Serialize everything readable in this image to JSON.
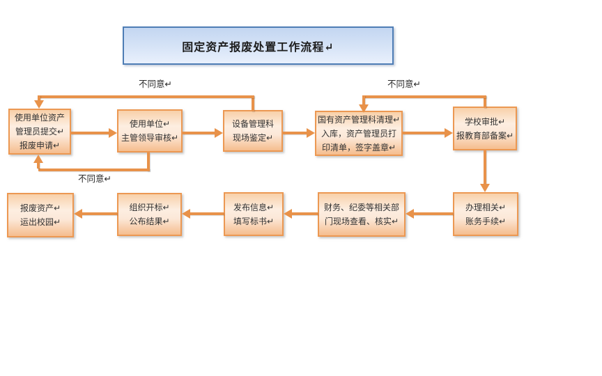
{
  "title": "固定资产报废处置工作流程↵",
  "feedback_labels": {
    "top_left": "不同意↵",
    "top_right": "不同意↵",
    "bottom_left": "不同意↵"
  },
  "colors": {
    "node_border": "#ec9852",
    "node_fill_light": "#fdeee1",
    "node_fill_dark": "#f5bd8e",
    "arrow": "#e8924a",
    "title_border": "#4e7db5",
    "title_fill_top": "#c3d6f1",
    "title_fill_bottom": "#e9f0fc",
    "text": "#333333"
  },
  "nodes": [
    {
      "id": "submit-application",
      "label": "使用单位资产\n管理员提交↵\n报废申请↵"
    },
    {
      "id": "leader-review",
      "label": "使用单位↵\n主管领导审核↵"
    },
    {
      "id": "equipment-dept-appraisal",
      "label": "设备管理科\n现场鉴定↵"
    },
    {
      "id": "state-asset-dept-cleanup",
      "label": "国有资产管理科清理↵\n入库，资产管理员打\n印清单，签字盖章↵"
    },
    {
      "id": "school-approval",
      "label": "学校审批↵\n报教育部备案↵"
    },
    {
      "id": "account-procedures",
      "label": "办理相关↵\n账务手续↵"
    },
    {
      "id": "onsite-verification",
      "label": "财务、纪委等相关部\n门现场查看、核实↵"
    },
    {
      "id": "publish-info-bid",
      "label": "发布信息↵\n填写标书↵"
    },
    {
      "id": "bid-opening-results",
      "label": "组织开标↵\n公布结果↵"
    },
    {
      "id": "assets-move-out",
      "label": "报废资产↵\n运出校园↵"
    }
  ]
}
